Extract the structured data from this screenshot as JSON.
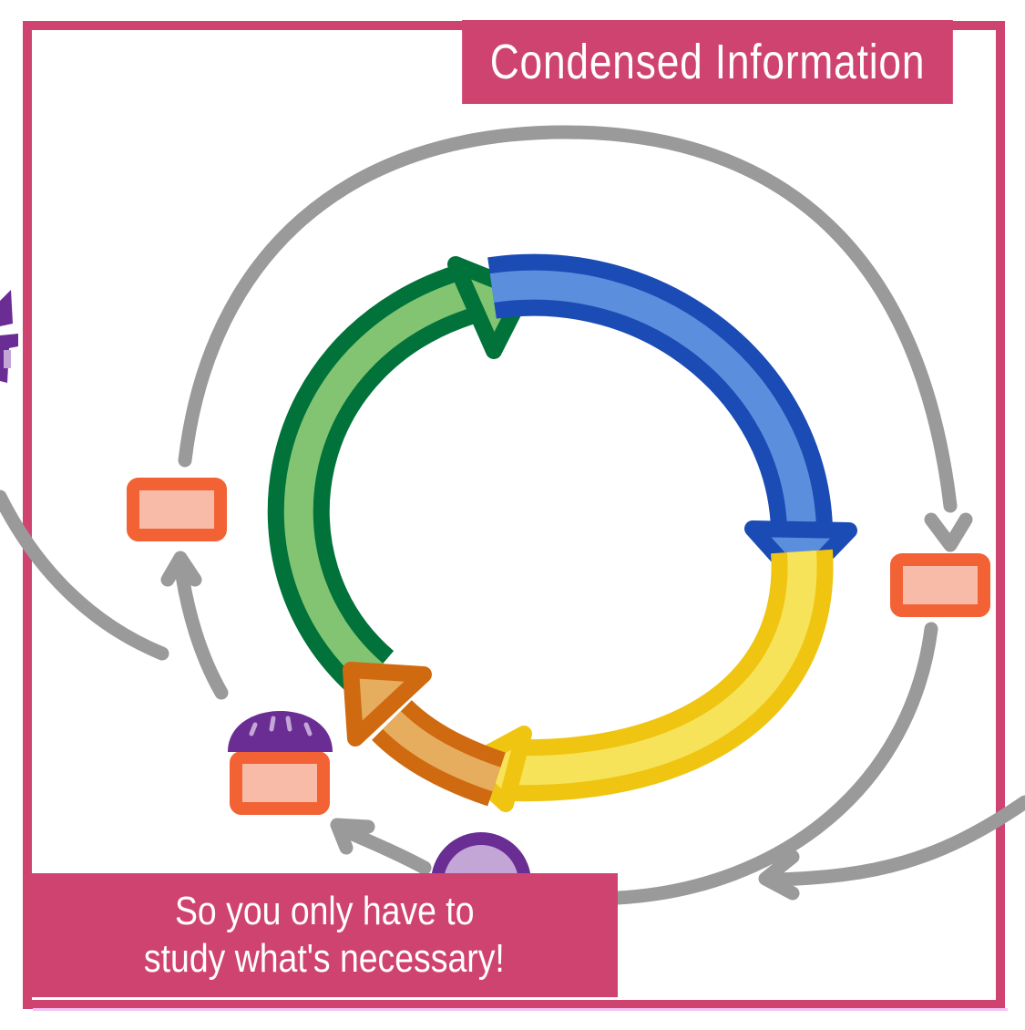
{
  "header": {
    "title": "Condensed Information"
  },
  "footer": {
    "line1": "So you only have to",
    "line2": "study what's necessary!"
  },
  "colors": {
    "frame": "#cf4371",
    "blue_outline": "#1b4bb5",
    "blue_fill": "#5b8fdd",
    "yellow_outline": "#f0c512",
    "yellow_fill": "#f7e35a",
    "orange_outline": "#cf6a10",
    "orange_fill": "#e6ad5e",
    "green_outline": "#00723a",
    "green_fill": "#82c472",
    "grey": "#9a9a9a",
    "box_outline": "#f26234",
    "box_fill": "#f8bba8",
    "purple": "#6a2d94",
    "purple_light": "#c4a6d6"
  }
}
